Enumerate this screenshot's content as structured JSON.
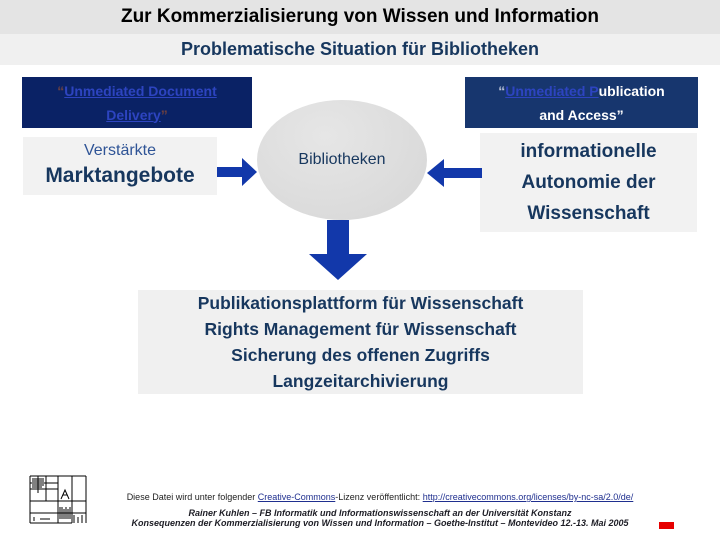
{
  "title": {
    "line1": "Zur Kommerzialisierung von Wissen und Information",
    "line2": "Problematische Situation für Bibliotheken"
  },
  "top_left_box": {
    "open_quote": "“",
    "line1_link": "Unmediated Document",
    "line2_link": "Delivery",
    "close_quote": "”"
  },
  "top_right_box": {
    "open_quote": "“",
    "link": "Unmediated P",
    "line1_rest": "ublication",
    "line2": "and Access”"
  },
  "market_box": {
    "line1": "Verstärkte",
    "line2": "Marktangebote"
  },
  "ellipse_label": "Bibliotheken",
  "autonomy_box": {
    "line1": "informationelle",
    "line2": "Autonomie der",
    "line3": "Wissenschaft"
  },
  "platform_box": {
    "lines": [
      "Publikationsplattform für Wissenschaft",
      "Rights Management für Wissenschaft",
      "Sicherung des offenen Zugriffs",
      "Langzeitarchivierung"
    ]
  },
  "footer": {
    "license_prefix": "Diese Datei wird unter folgender ",
    "license_link1": "Creative-Commons",
    "license_mid": "-Lizenz veröffentlicht: ",
    "license_url": "http://creativecommons.org/licenses/by-nc-sa/2.0/de/",
    "author_line": "Rainer Kuhlen – FB Informatik und Informationswissenschaft an der Universität Konstanz",
    "event_line": "Konsequenzen der Kommerzialisierung von Wissen und Information – Goethe-Institut – Montevideo 12.-13. Mai 2005"
  },
  "icons": {
    "arrow_right": "arrow-right",
    "arrow_left": "arrow-left",
    "arrow_down": "arrow-down",
    "logo": "universitaet-konstanz-logo"
  },
  "colors": {
    "arrow_blue": "#1238aa",
    "navy_text": "#17375e",
    "navy_box_left_bg": "#0a2265",
    "navy_box_right_bg": "#17366e",
    "box_link_blue": "#2d44c0",
    "title_band1_bg": "#e4e4e4",
    "title_band2_bg": "#f0f0f0",
    "gray_box_bg": "#f2f2f2",
    "ellipse_gray": "#dcdcdc",
    "red_bar": "#e60000"
  }
}
